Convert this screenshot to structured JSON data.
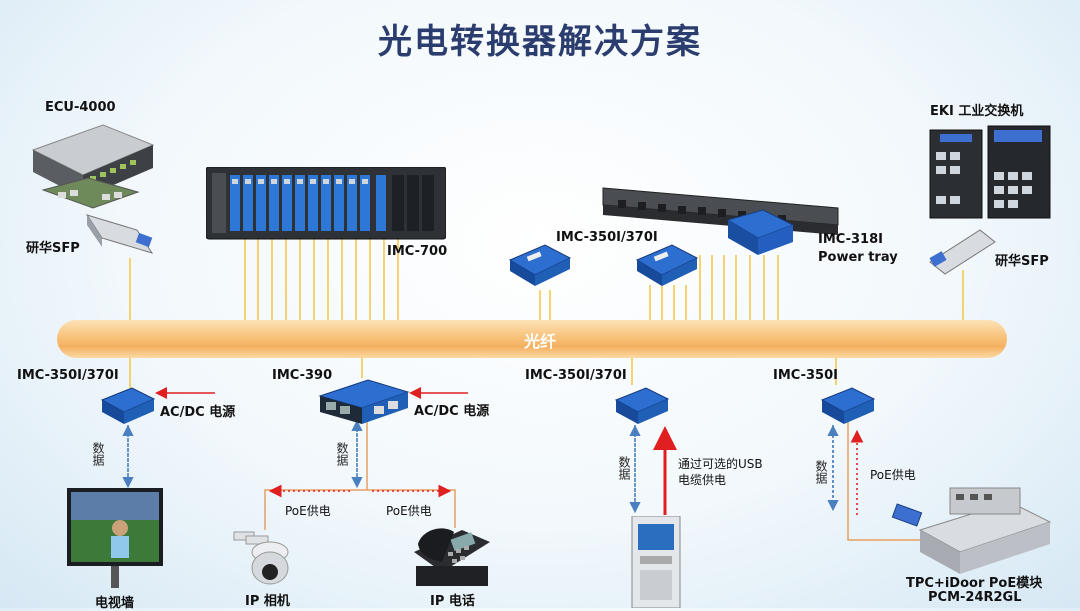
{
  "title": "光电转换器解决方案",
  "fiber_label": "光纤",
  "labels": {
    "ecu": "ECU-4000",
    "sfp_left": "研华SFP",
    "imc700": "IMC-700",
    "imc350_top": "IMC-350I/370I",
    "imc318": "IMC-318I",
    "power_tray": "Power tray",
    "eki": "EKI 工业交换机",
    "sfp_right": "研华SFP",
    "imc350_a": "IMC-350I/370I",
    "imc390": "IMC-390",
    "imc350_b": "IMC-350I/370I",
    "imc350_c": "IMC-350I",
    "acdc_a": "AC/DC 电源",
    "acdc_b": "AC/DC 电源",
    "data_a": "数据",
    "data_b": "数据",
    "data_c": "数据",
    "data_d": "数据",
    "poe_left": "PoE供电",
    "poe_right": "PoE供电",
    "usb_power": "通过可选的USB\n电缆供电",
    "poe_c": "PoE供电",
    "tv_wall": "电视墙",
    "ip_camera": "IP 相机",
    "ip_phone": "IP 电话",
    "tpc": "TPC+iDoor PoE模块",
    "pcm": "PCM-24R2GL"
  },
  "colors": {
    "title": "#2b3d6e",
    "fiber": "#f4b060",
    "fiber_drop": "#f5c542",
    "poe_arrow": "#e02020",
    "data_arrow": "#4a7fc0",
    "device_blue": "#1f5fb5"
  }
}
